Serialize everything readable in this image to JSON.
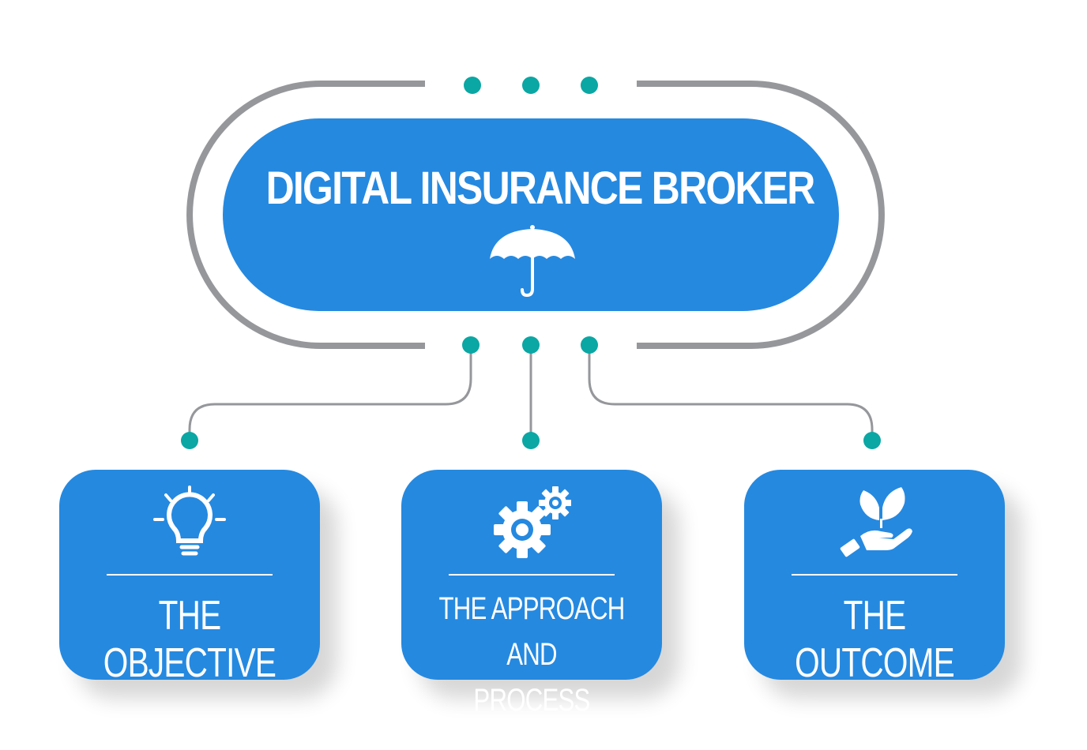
{
  "title": "DIGITAL INSURANCE BROKER",
  "colors": {
    "box": "#2589e0",
    "connector_dot": "#0aa7a4",
    "connector_line": "#96979b",
    "text": "#ffffff"
  },
  "cards": [
    {
      "label": "THE OBJECTIVE",
      "icon": "lightbulb-icon"
    },
    {
      "label_line1": "THE APPROACH AND",
      "label_line2": "PROCESS",
      "icon": "gears-icon"
    },
    {
      "label": "THE OUTCOME",
      "icon": "hand-leaf-icon"
    }
  ],
  "title_icon": "umbrella-icon"
}
